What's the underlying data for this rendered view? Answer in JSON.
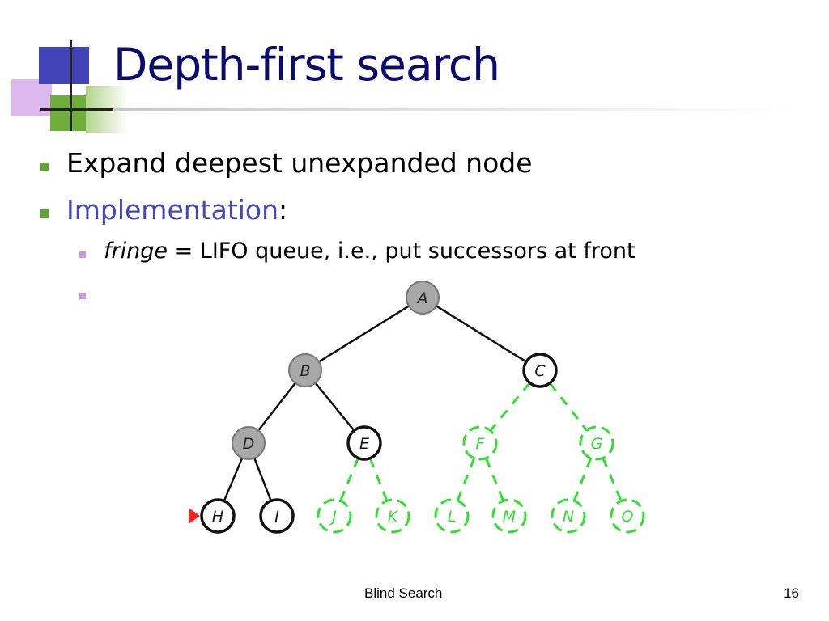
{
  "slide": {
    "title": "Depth-first search",
    "bullets": [
      {
        "text": "Expand deepest unexpanded node"
      },
      {
        "highlight": "Implementation",
        "suffix": ":"
      }
    ],
    "sub_bullets": [
      {
        "italic": "fringe",
        "text": " = LIFO queue, i.e., put successors at front"
      },
      {
        "italic": "",
        "text": ""
      }
    ],
    "footer": "Blind Search",
    "page_number": "16"
  },
  "tree": {
    "nodes": [
      {
        "id": "A",
        "label": "A",
        "state": "expanded"
      },
      {
        "id": "B",
        "label": "B",
        "state": "expanded"
      },
      {
        "id": "C",
        "label": "C",
        "state": "fringe"
      },
      {
        "id": "D",
        "label": "D",
        "state": "expanded"
      },
      {
        "id": "E",
        "label": "E",
        "state": "fringe"
      },
      {
        "id": "F",
        "label": "F",
        "state": "unexplored"
      },
      {
        "id": "G",
        "label": "G",
        "state": "unexplored"
      },
      {
        "id": "H",
        "label": "H",
        "state": "fringe"
      },
      {
        "id": "I",
        "label": "I",
        "state": "fringe"
      },
      {
        "id": "J",
        "label": "J",
        "state": "unexplored"
      },
      {
        "id": "K",
        "label": "K",
        "state": "unexplored"
      },
      {
        "id": "L",
        "label": "L",
        "state": "unexplored"
      },
      {
        "id": "M",
        "label": "M",
        "state": "unexplored"
      },
      {
        "id": "N",
        "label": "N",
        "state": "unexplored"
      },
      {
        "id": "O",
        "label": "O",
        "state": "unexplored"
      }
    ],
    "edges": [
      [
        "A",
        "B"
      ],
      [
        "A",
        "C"
      ],
      [
        "B",
        "D"
      ],
      [
        "B",
        "E"
      ],
      [
        "C",
        "F"
      ],
      [
        "C",
        "G"
      ],
      [
        "D",
        "H"
      ],
      [
        "D",
        "I"
      ],
      [
        "E",
        "J"
      ],
      [
        "E",
        "K"
      ],
      [
        "F",
        "L"
      ],
      [
        "F",
        "M"
      ],
      [
        "G",
        "N"
      ],
      [
        "G",
        "O"
      ]
    ],
    "current_node": "H",
    "colors": {
      "expanded_fill": "#a8a8a8",
      "fringe_fill": "#ffffff",
      "unexplored_stroke": "#33dd33",
      "pointer": "#ff2020",
      "title": "#0b0b6e",
      "accent": "#4646b8",
      "bullet": "#5fa62f",
      "sub_bullet": "#c79ae6"
    }
  }
}
